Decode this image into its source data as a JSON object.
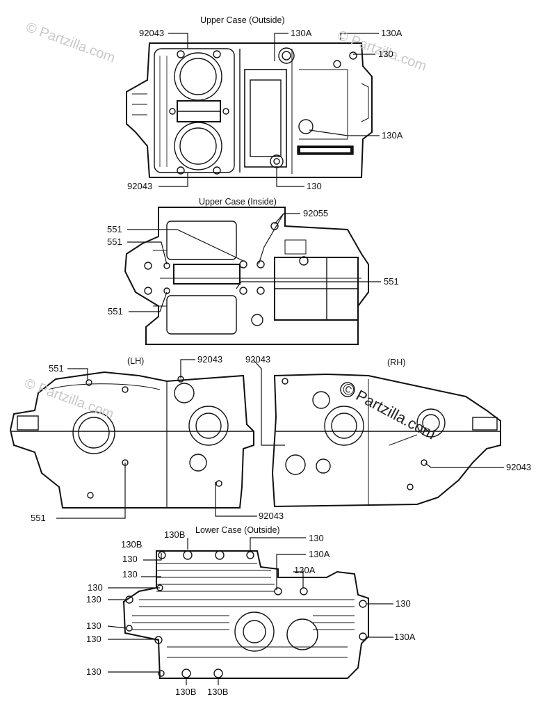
{
  "watermark": "© Partzilla.com",
  "sections": {
    "upper_outside": {
      "title": "Upper Case (Outside)",
      "labels": {
        "a": "92043",
        "b": "130A",
        "c": "130A",
        "d": "130",
        "e": "130A",
        "f": "92043",
        "g": "130"
      }
    },
    "upper_inside": {
      "title": "Upper Case (Inside)",
      "labels": {
        "a": "92055",
        "b": "551",
        "c": "551",
        "d": "551",
        "e": "551"
      }
    },
    "side": {
      "lh": "(LH)",
      "rh": "(RH)",
      "labels": {
        "a": "551",
        "b": "92043",
        "c": "92043",
        "d": "92043",
        "e": "551",
        "f": "92043"
      }
    },
    "lower_outside": {
      "title": "Lower Case (Outside)",
      "labels": {
        "a": "130B",
        "b": "130B",
        "c": "130",
        "d": "130",
        "e": "130A",
        "f": "130A",
        "g": "130",
        "h": "130",
        "i": "130",
        "j": "130",
        "k": "130",
        "l": "130A",
        "m": "130",
        "n": "130B",
        "o": "130B",
        "p": "130"
      }
    }
  }
}
